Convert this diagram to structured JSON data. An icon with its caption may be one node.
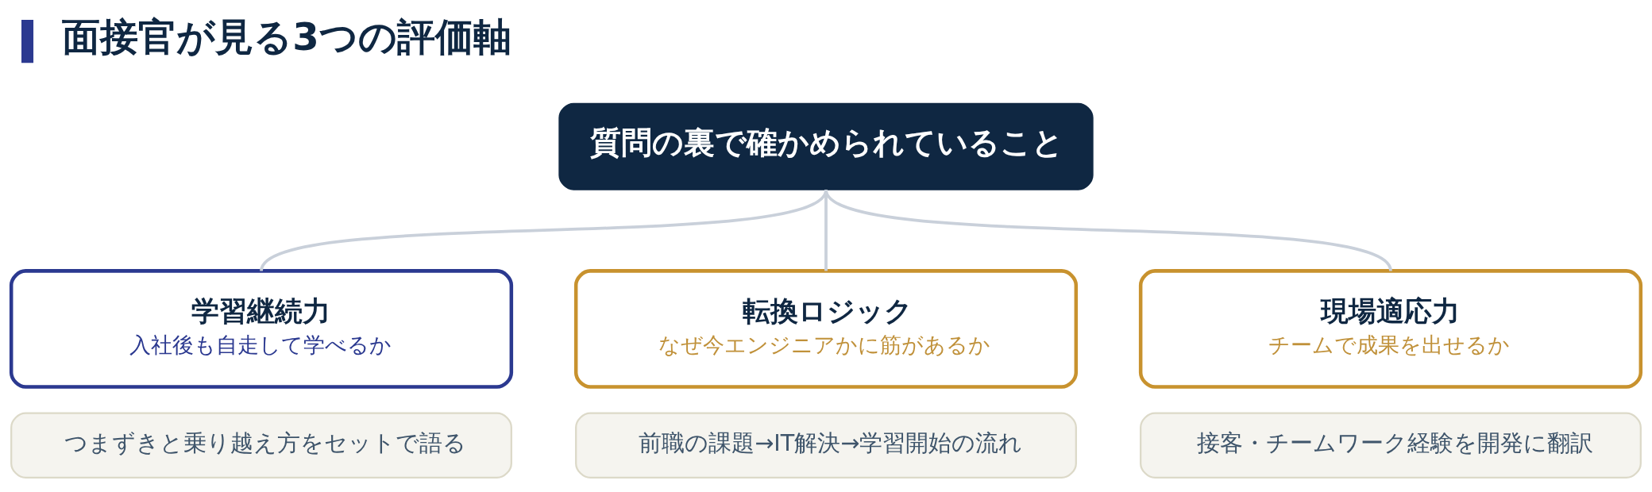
{
  "diagram": {
    "title": "面接官が見る3つの評価軸",
    "nodes": [
      {
        "text": [
          "質問の裏で確かめられていること"
        ]
      },
      {
        "text": [
          "学習継続力",
          "入社後も自走して学べるか"
        ]
      },
      {
        "text": [
          "転換ロジック",
          "なぜ今エンジニアかに筋があるか"
        ]
      },
      {
        "text": [
          "現場適応力",
          "チームで成果を出せるか"
        ]
      },
      {
        "text": [
          "つまずきと乗り越え方をセットで語る"
        ]
      },
      {
        "text": [
          "前職の課題→IT解決→学習開始の流れ"
        ]
      },
      {
        "text": [
          "接客・チームワーク経験を開発に翻訳"
        ]
      }
    ],
    "edges": [
      {
        "from": 0,
        "to": 1,
        "arrow": "none"
      },
      {
        "from": 0,
        "to": 2,
        "arrow": "none"
      },
      {
        "from": 0,
        "to": 3,
        "arrow": "none"
      }
    ]
  }
}
